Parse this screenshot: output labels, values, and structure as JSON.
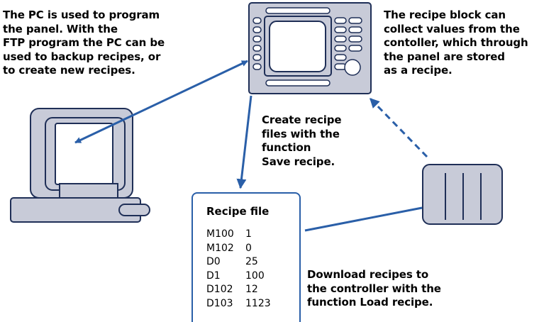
{
  "notes": {
    "pc": "The PC is used to program\nthe panel. With the\nFTP program the PC can be\nused to backup recipes, or\nto create new recipes.",
    "recipe_block": "The recipe block can\ncollect values from the\ncontoller, which through\nthe panel are stored\nas a recipe.",
    "create": "Create recipe\nfiles with the\nfunction\nSave recipe.",
    "download": "Download recipes to\nthe controller with the\nfunction Load recipe."
  },
  "recipe_file": {
    "title": "Recipe file",
    "rows": [
      {
        "name": "M100",
        "value": "1"
      },
      {
        "name": "M102",
        "value": "0"
      },
      {
        "name": "D0",
        "value": "25"
      },
      {
        "name": "D1",
        "value": "100"
      },
      {
        "name": "D102",
        "value": "12"
      },
      {
        "name": "D103",
        "value": "1123"
      }
    ]
  },
  "colors": {
    "accent": "#2a5fa8",
    "device_fill": "#c8cbd8",
    "outline": "#1f2f57",
    "white": "#ffffff"
  },
  "icons": [
    "computer-icon",
    "operator-panel-icon",
    "controller-plc-icon"
  ]
}
